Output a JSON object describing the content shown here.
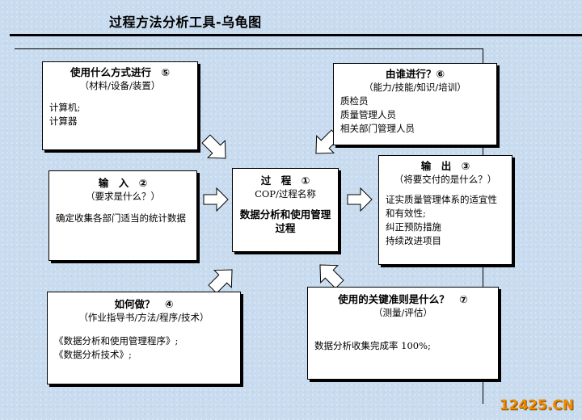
{
  "title": "过程方法分析工具-乌龟图",
  "boxes": {
    "how_to": {
      "heading": "使用什么方式进行　⑤",
      "subtitle": "（材料/设备/装置）",
      "items": [
        "计算机;",
        "计算器"
      ]
    },
    "who": {
      "heading": "由谁进行？⑥",
      "subtitle": "（能力/技能/知识/培训）",
      "items": [
        "质检员",
        "质量管理人员",
        "相关部门管理人员"
      ]
    },
    "input": {
      "heading": "输　入　②",
      "subtitle": "（要求是什么？）",
      "items": [
        "确定收集各部门适当的统计数据"
      ]
    },
    "process": {
      "heading": "过　程　①",
      "subtitle": "COP/过程名称",
      "name": "数据分析和使用管理过程"
    },
    "output": {
      "heading": "输　出　③",
      "subtitle": "（将要交付的是什么？）",
      "items": [
        "证实质量管理体系的适宜性和有效性;",
        "纠正预防措施",
        "持续改进项目"
      ]
    },
    "method": {
      "heading": "如何做？　④",
      "subtitle": "（作业指导书/方法/程序/技术）",
      "items": [
        "《数据分析和使用管理程序》;",
        "《数据分析技术》;"
      ]
    },
    "criteria": {
      "heading": "使用的关键准则是什么？　⑦",
      "subtitle": "（测量/评估）",
      "items": [
        "数据分析收集完成率 100%;"
      ]
    }
  },
  "logo_text": "12425.CN"
}
